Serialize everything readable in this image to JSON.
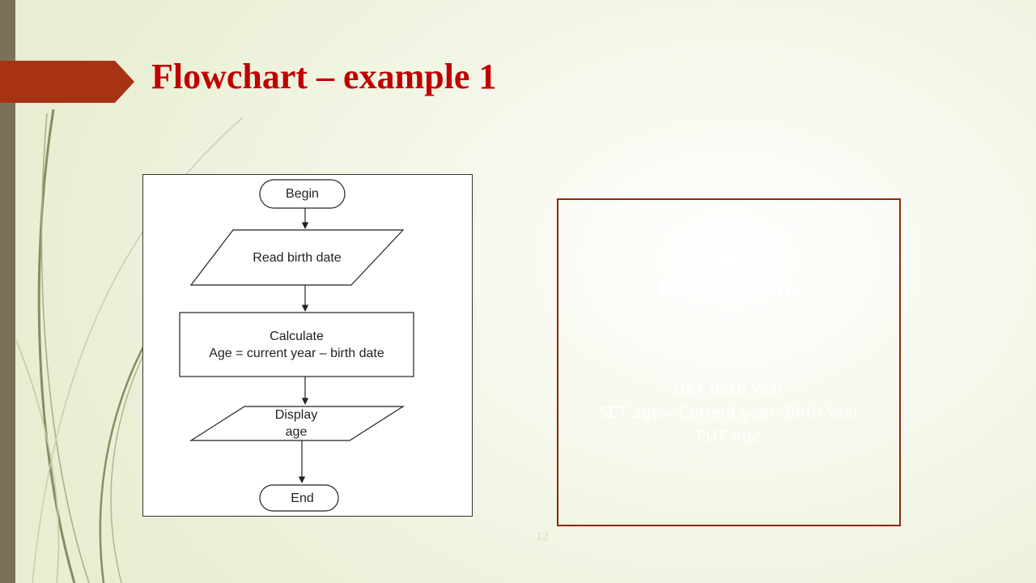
{
  "slide": {
    "title": "Flowchart – example 1",
    "page_number": "12"
  },
  "flowchart": {
    "begin": "Begin",
    "read_input": "Read birth date",
    "process_line1": "Calculate",
    "process_line2": "Age = current year – birth date",
    "output_line1": "Display",
    "output_line2": "age",
    "end": "End"
  },
  "pseudocode": {
    "heading": "Pseudocode",
    "lines": [
      "GET Birth Year",
      "SET age= Current year- Birth Year",
      "PUT Age"
    ]
  },
  "colors": {
    "title": "#c00000",
    "title_arrow": "#a83214",
    "left_bar": "#7a7258",
    "pseudo_border": "#8a2a12"
  }
}
